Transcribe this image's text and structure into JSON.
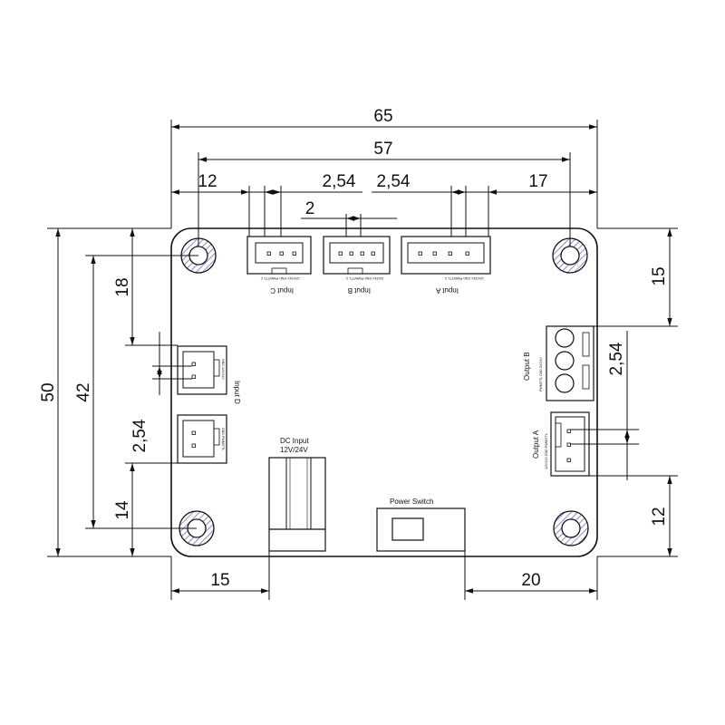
{
  "dimensions": {
    "width_total": "65",
    "span_holes": "57",
    "left_offset": "12",
    "pitch_left": "2,54",
    "pitch_right": "2,54",
    "right_offset": "17",
    "header_gap": "2",
    "height_total": "50",
    "inner_height": "42",
    "top_left_18": "18",
    "pitch_vertical": "2,54",
    "bottom_left_14": "14",
    "right_top_15": "15",
    "right_pitch": "2,54",
    "right_bottom_12": "12",
    "bottom_left_15": "15",
    "bottom_right_20": "20"
  },
  "connectors": {
    "input_c": {
      "label": "Input C",
      "pins": "12V/24V GND PWM/TTL C"
    },
    "input_b": {
      "label": "Input B",
      "pins": "5V/24V GND PWM/TTL C"
    },
    "input_a": {
      "label": "Input A",
      "pins": "12V/24V GND PWM/TTL C"
    },
    "input_d": {
      "label": "Input D",
      "pins_top": "GND 12V/24V",
      "pins_bottom": "GND PWM/TTL"
    },
    "output_b": {
      "label": "Output B",
      "pins": "PWM/TTL GND 5V/24V"
    },
    "output_a": {
      "label": "Output A",
      "pins": "12V/24V GND PWM/TTL"
    }
  },
  "dc_input": {
    "label_1": "DC Input",
    "label_2": "12V/24V"
  },
  "power_switch": {
    "label": "Power Switch"
  }
}
